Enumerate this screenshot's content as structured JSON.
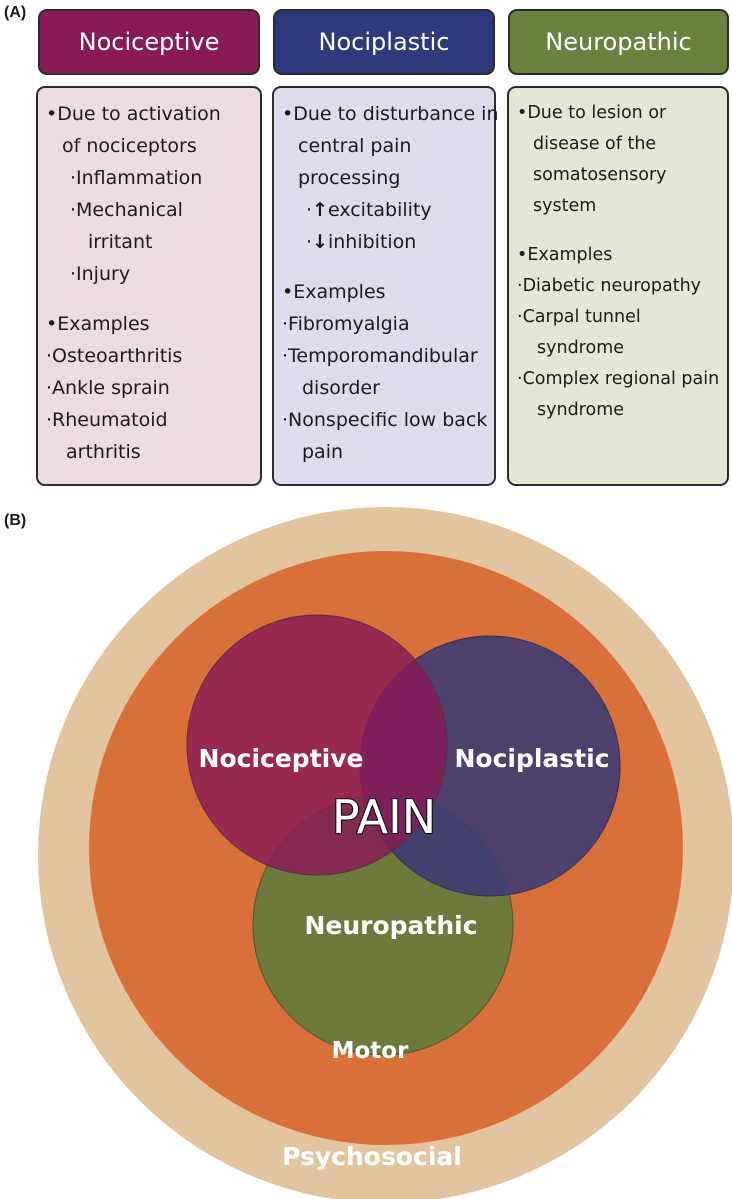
{
  "panel_a": {
    "label": "(A)",
    "columns": [
      {
        "title": "Nociceptive",
        "color": "#8a1a55",
        "box_color": "#ecdbe0",
        "lines": [
          {
            "text": "•Due to activation",
            "indent": 0
          },
          {
            "text": "of nociceptors",
            "indent": 1
          },
          {
            "text": "·Inflammation",
            "indent": 2
          },
          {
            "text": "·Mechanical",
            "indent": 2
          },
          {
            "text": "irritant",
            "indent": 3
          },
          {
            "text": "·Injury",
            "indent": 2
          },
          {
            "text": "",
            "indent": 0,
            "gap": true
          },
          {
            "text": "•Examples",
            "indent": 0
          },
          {
            "text": "·Osteoarthritis",
            "indent": 0
          },
          {
            "text": "·Ankle sprain",
            "indent": 0
          },
          {
            "text": "·Rheumatoid",
            "indent": 0
          },
          {
            "text": "arthritis",
            "indent": 4
          }
        ]
      },
      {
        "title": "Nociplastic",
        "color": "#2d3a7c",
        "box_color": "#dcdcec",
        "lines": [
          {
            "text": "•Due to disturbance in",
            "indent": 0
          },
          {
            "text": "central pain",
            "indent": 1
          },
          {
            "text": "processing",
            "indent": 1
          },
          {
            "text": "excitability",
            "indent": 2,
            "arrow": "up"
          },
          {
            "text": "inhibition",
            "indent": 2,
            "arrow": "down"
          },
          {
            "text": "",
            "indent": 0,
            "gap": true
          },
          {
            "text": "•Examples",
            "indent": 0
          },
          {
            "text": "·Fibromyalgia",
            "indent": 0
          },
          {
            "text": "·Temporomandibular",
            "indent": 0
          },
          {
            "text": "disorder",
            "indent": 4
          },
          {
            "text": "·Nonspecific low back",
            "indent": 0
          },
          {
            "text": "pain",
            "indent": 4
          }
        ]
      },
      {
        "title": "Neuropathic",
        "color": "#6b8140",
        "box_color": "#e4e6d6",
        "lines": [
          {
            "text": "•Due to lesion or",
            "indent": 0
          },
          {
            "text": "disease of the",
            "indent": 1
          },
          {
            "text": "somatosensory",
            "indent": 1
          },
          {
            "text": "system",
            "indent": 1
          },
          {
            "text": "",
            "indent": 0,
            "gap": true
          },
          {
            "text": "•Examples",
            "indent": 0
          },
          {
            "text": "·Diabetic neuropathy",
            "indent": 0
          },
          {
            "text": "·Carpal tunnel",
            "indent": 0
          },
          {
            "text": "syndrome",
            "indent": 4
          },
          {
            "text": "·Complex regional pain",
            "indent": 0
          },
          {
            "text": "syndrome",
            "indent": 4
          }
        ]
      }
    ]
  },
  "panel_b": {
    "label": "(B)",
    "outer_ring": {
      "label": "Psychosocial",
      "color": "#e2c49f",
      "text_color": "#f3e8d8"
    },
    "middle_ring": {
      "label": "Motor",
      "color": "#d9703a",
      "text_color": "#f7e2d2"
    },
    "circles": [
      {
        "label": "Nociceptive",
        "color": "#8a1a55"
      },
      {
        "label": "Nociplastic",
        "color": "#3e3c74"
      },
      {
        "label": "Neuropathic",
        "color": "#6d7a3c"
      }
    ],
    "center_label": "PAIN"
  }
}
